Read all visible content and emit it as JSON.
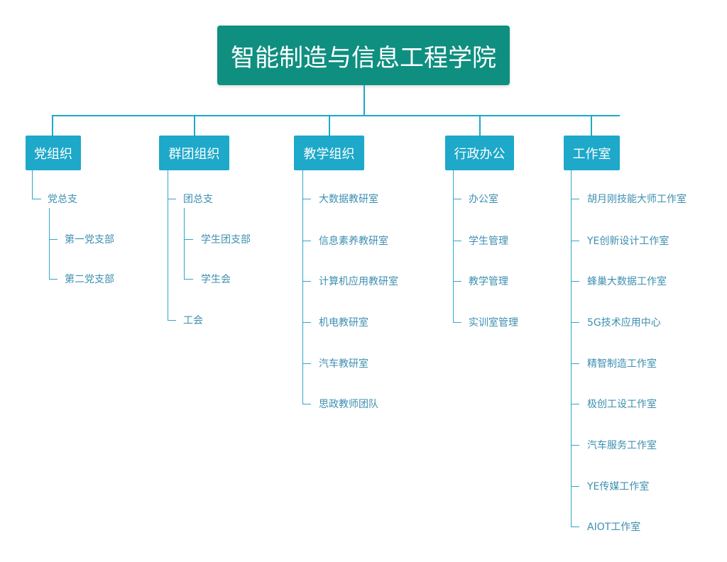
{
  "root": {
    "title": "智能制造与信息工程学院"
  },
  "categories": [
    {
      "label": "党组织",
      "children": [
        {
          "label": "党总支",
          "children": [
            {
              "label": "第一党支部"
            },
            {
              "label": "第二党支部"
            }
          ]
        }
      ]
    },
    {
      "label": "群团组织",
      "children": [
        {
          "label": "团总支",
          "children": [
            {
              "label": "学生团支部"
            },
            {
              "label": "学生会"
            }
          ]
        },
        {
          "label": "工会"
        }
      ]
    },
    {
      "label": "教学组织",
      "children": [
        {
          "label": "大数据教研室"
        },
        {
          "label": "信息素养教研室"
        },
        {
          "label": "计算机应用教研室"
        },
        {
          "label": "机电教研室"
        },
        {
          "label": "汽车教研室"
        },
        {
          "label": "思政教师团队"
        }
      ]
    },
    {
      "label": "行政办公",
      "children": [
        {
          "label": "办公室"
        },
        {
          "label": "学生管理"
        },
        {
          "label": "教学管理"
        },
        {
          "label": "实训室管理"
        }
      ]
    },
    {
      "label": "工作室",
      "children": [
        {
          "label": "胡月刚技能大师工作室"
        },
        {
          "label": "YE创新设计工作室"
        },
        {
          "label": "蜂巢大数据工作室"
        },
        {
          "label": "5G技术应用中心"
        },
        {
          "label": "精智制造工作室"
        },
        {
          "label": "极创工设工作室"
        },
        {
          "label": "汽车服务工作室"
        },
        {
          "label": "YE传媒工作室"
        },
        {
          "label": "AIOT工作室"
        }
      ]
    }
  ]
}
